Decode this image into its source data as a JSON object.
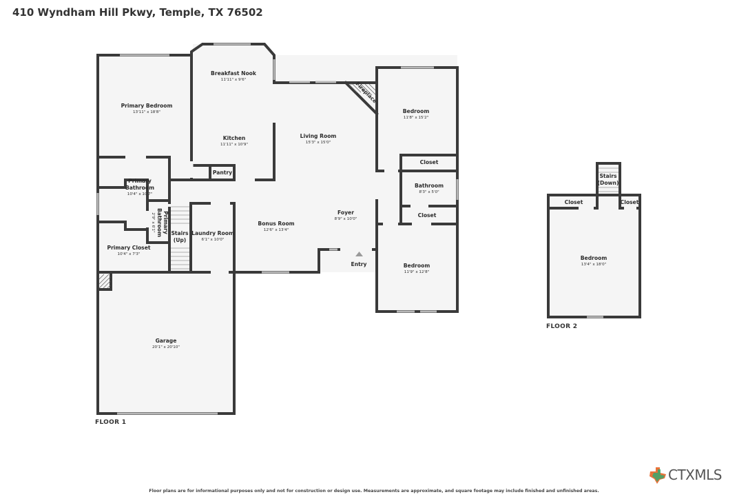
{
  "header": {
    "address": "410 Wyndham Hill Pkwy, Temple, TX 76502"
  },
  "floors": {
    "floor1": "FLOOR 1",
    "floor2": "FLOOR 2"
  },
  "rooms": {
    "primary_bedroom": {
      "name": "Primary Bedroom",
      "dim": "13'11\" x 18'8\""
    },
    "breakfast_nook": {
      "name": "Breakfast Nook",
      "dim": "11'11\" x 9'6\""
    },
    "kitchen": {
      "name": "Kitchen",
      "dim": "11'11\" x 10'9\""
    },
    "pantry": {
      "name": "Pantry"
    },
    "living_room": {
      "name": "Living Room",
      "dim": "15'3\" x 15'0\""
    },
    "fireplace": {
      "name": "Fireplace"
    },
    "bedroom_ne": {
      "name": "Bedroom",
      "dim": "11'8\" x 15'2\""
    },
    "closet_ne": {
      "name": "Closet"
    },
    "bathroom": {
      "name": "Bathroom",
      "dim": "8'3\" x 5'0\""
    },
    "closet_mid": {
      "name": "Closet"
    },
    "primary_bathroom": {
      "name1": "Primary",
      "name2": "Bathroom",
      "dim": "10'4\" x 10'7\""
    },
    "primary_bathroom2": {
      "name1": "Primary",
      "name2": "Bathroom",
      "dim": "2'9\" x 6'1\""
    },
    "stairs_up": {
      "name1": "Stairs",
      "name2": "(Up)"
    },
    "laundry_room": {
      "name": "Laundry Room",
      "dim": "6'1\" x 10'0\""
    },
    "bonus_room": {
      "name": "Bonus Room",
      "dim": "12'6\" x 13'4\""
    },
    "foyer": {
      "name": "Foyer",
      "dim": "8'9\" x 10'0\""
    },
    "entry": {
      "name": "Entry"
    },
    "bedroom_se": {
      "name": "Bedroom",
      "dim": "11'9\" x 12'8\""
    },
    "primary_closet": {
      "name": "Primary Closet",
      "dim": "10'4\" x 7'3\""
    },
    "garage": {
      "name": "Garage",
      "dim": "20'1\" x 20'10\""
    },
    "f2_stairs_down": {
      "name1": "Stairs",
      "name2": "(Down)"
    },
    "f2_closet_left": {
      "name": "Closet"
    },
    "f2_closet_right": {
      "name": "Closet"
    },
    "f2_bedroom": {
      "name": "Bedroom",
      "dim": "13'4\" x 18'0\""
    }
  },
  "footer": {
    "disclaimer": "Floor plans are for informational purposes only and not for construction or design use. Measurements are approximate, and square footage may include finished and unfinished areas.",
    "logo_text": "CTXMLS"
  },
  "colors": {
    "wall": "#3a3a3a",
    "floor_fill": "#f5f5f5",
    "window": "#b9b9b9",
    "logo_orange": "#e8733a",
    "logo_green": "#3aa76d",
    "logo_text": "#555555"
  }
}
